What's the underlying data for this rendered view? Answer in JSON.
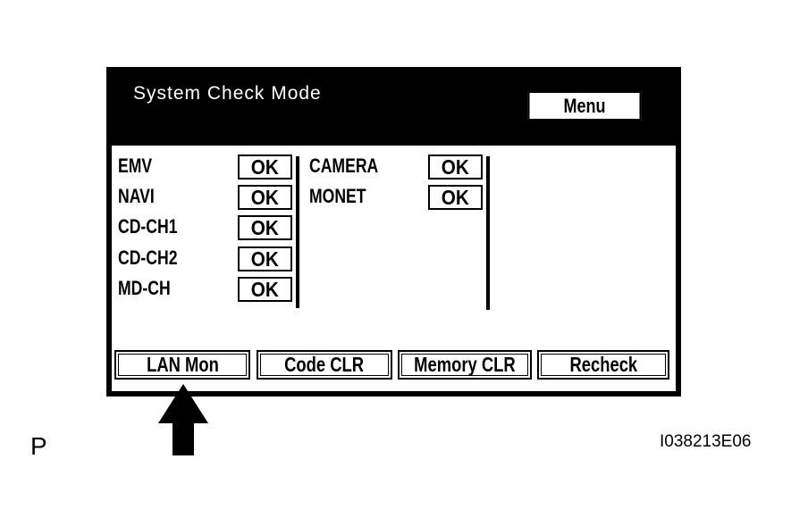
{
  "screen": {
    "title": "System Check Mode",
    "menu_label": "Menu"
  },
  "devices_col1": [
    {
      "name": "EMV",
      "status": "OK"
    },
    {
      "name": "NAVI",
      "status": "OK"
    },
    {
      "name": "CD-CH1",
      "status": "OK"
    },
    {
      "name": "CD-CH2",
      "status": "OK"
    },
    {
      "name": "MD-CH",
      "status": "OK"
    }
  ],
  "devices_col2": [
    {
      "name": "CAMERA",
      "status": "OK"
    },
    {
      "name": "MONET",
      "status": "OK"
    }
  ],
  "buttons": {
    "lan_mon": "LAN Mon",
    "code_clr": "Code CLR",
    "memory_clr": "Memory CLR",
    "recheck": "Recheck"
  },
  "annotations": {
    "page_marker": "P",
    "figure_id": "I038213E06",
    "arrow_icon": "up-arrow-icon"
  },
  "colors": {
    "screen_frame": "#000000",
    "panel": "#ffffff"
  }
}
